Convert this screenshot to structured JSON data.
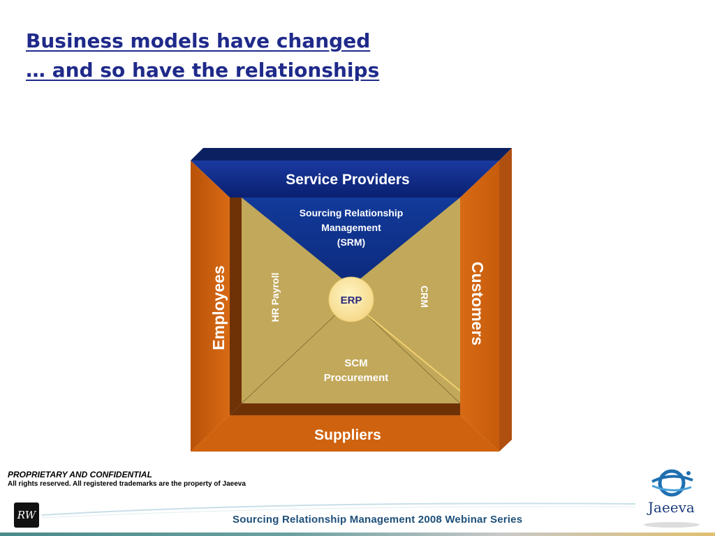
{
  "title": {
    "line1": "Business models have changed",
    "line2": "… and so have the relationships"
  },
  "diagram": {
    "top": "Service Providers",
    "bottom": "Suppliers",
    "left": "Employees",
    "right": "Customers",
    "srm": [
      "Sourcing Relationship",
      "Management",
      "(SRM)"
    ],
    "hr": "HR Payroll",
    "crm": "CRM",
    "scm": [
      "SCM",
      "Procurement"
    ],
    "core": "ERP"
  },
  "footer": {
    "confidential": "PROPRIETARY AND CONFIDENTIAL",
    "rights": "All rights reserved.  All registered trademarks are the property of Jaeeva",
    "series": "Sourcing Relationship Management 2008 Webinar Series",
    "brand": "Jaeeva",
    "rw_logo": "RW"
  },
  "colors": {
    "title": "#1f2a8a",
    "navy": "#0a2a7a",
    "orange": "#d2620e",
    "tan": "#c2a85a",
    "erp": "#fbe7a0"
  }
}
